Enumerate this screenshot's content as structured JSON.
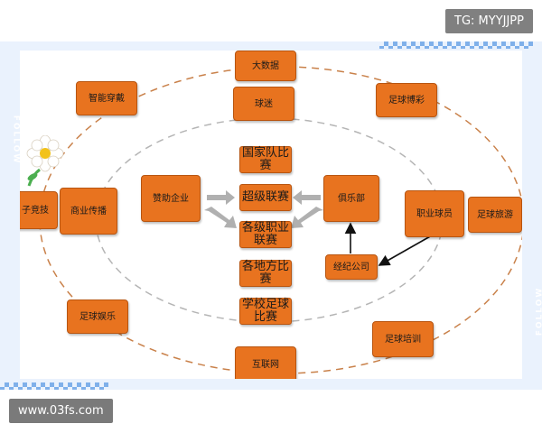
{
  "watermark_top": "TG: MYYJJPP",
  "watermark_bottom": "www.03fs.com",
  "frame_text": "FOLLOW",
  "nodes": {
    "big_data": "大数据",
    "smart_wear": "智能穿戴",
    "football_lottery": "足球博彩",
    "fans": "球迷",
    "national_team": "国家队比赛",
    "super_league": "超级联赛",
    "league_levels": "各级职业联赛",
    "local_matches": "各地方比赛",
    "school_matches": "学校足球比赛",
    "sponsor": "赞助企业",
    "club": "俱乐部",
    "esports": "子竞技",
    "media": "商业传播",
    "pro_player": "职业球员",
    "football_travel": "足球旅游",
    "agent": "经纪公司",
    "entertainment": "足球娱乐",
    "training": "足球培训",
    "internet": "互联网"
  },
  "colors": {
    "node_fill": "#e8731f",
    "ellipse_outer": "#c9814a",
    "ellipse_inner": "#b5b5b5",
    "arrow_gray": "#b0b0b0",
    "frame_blue": "#7fb0ea"
  }
}
